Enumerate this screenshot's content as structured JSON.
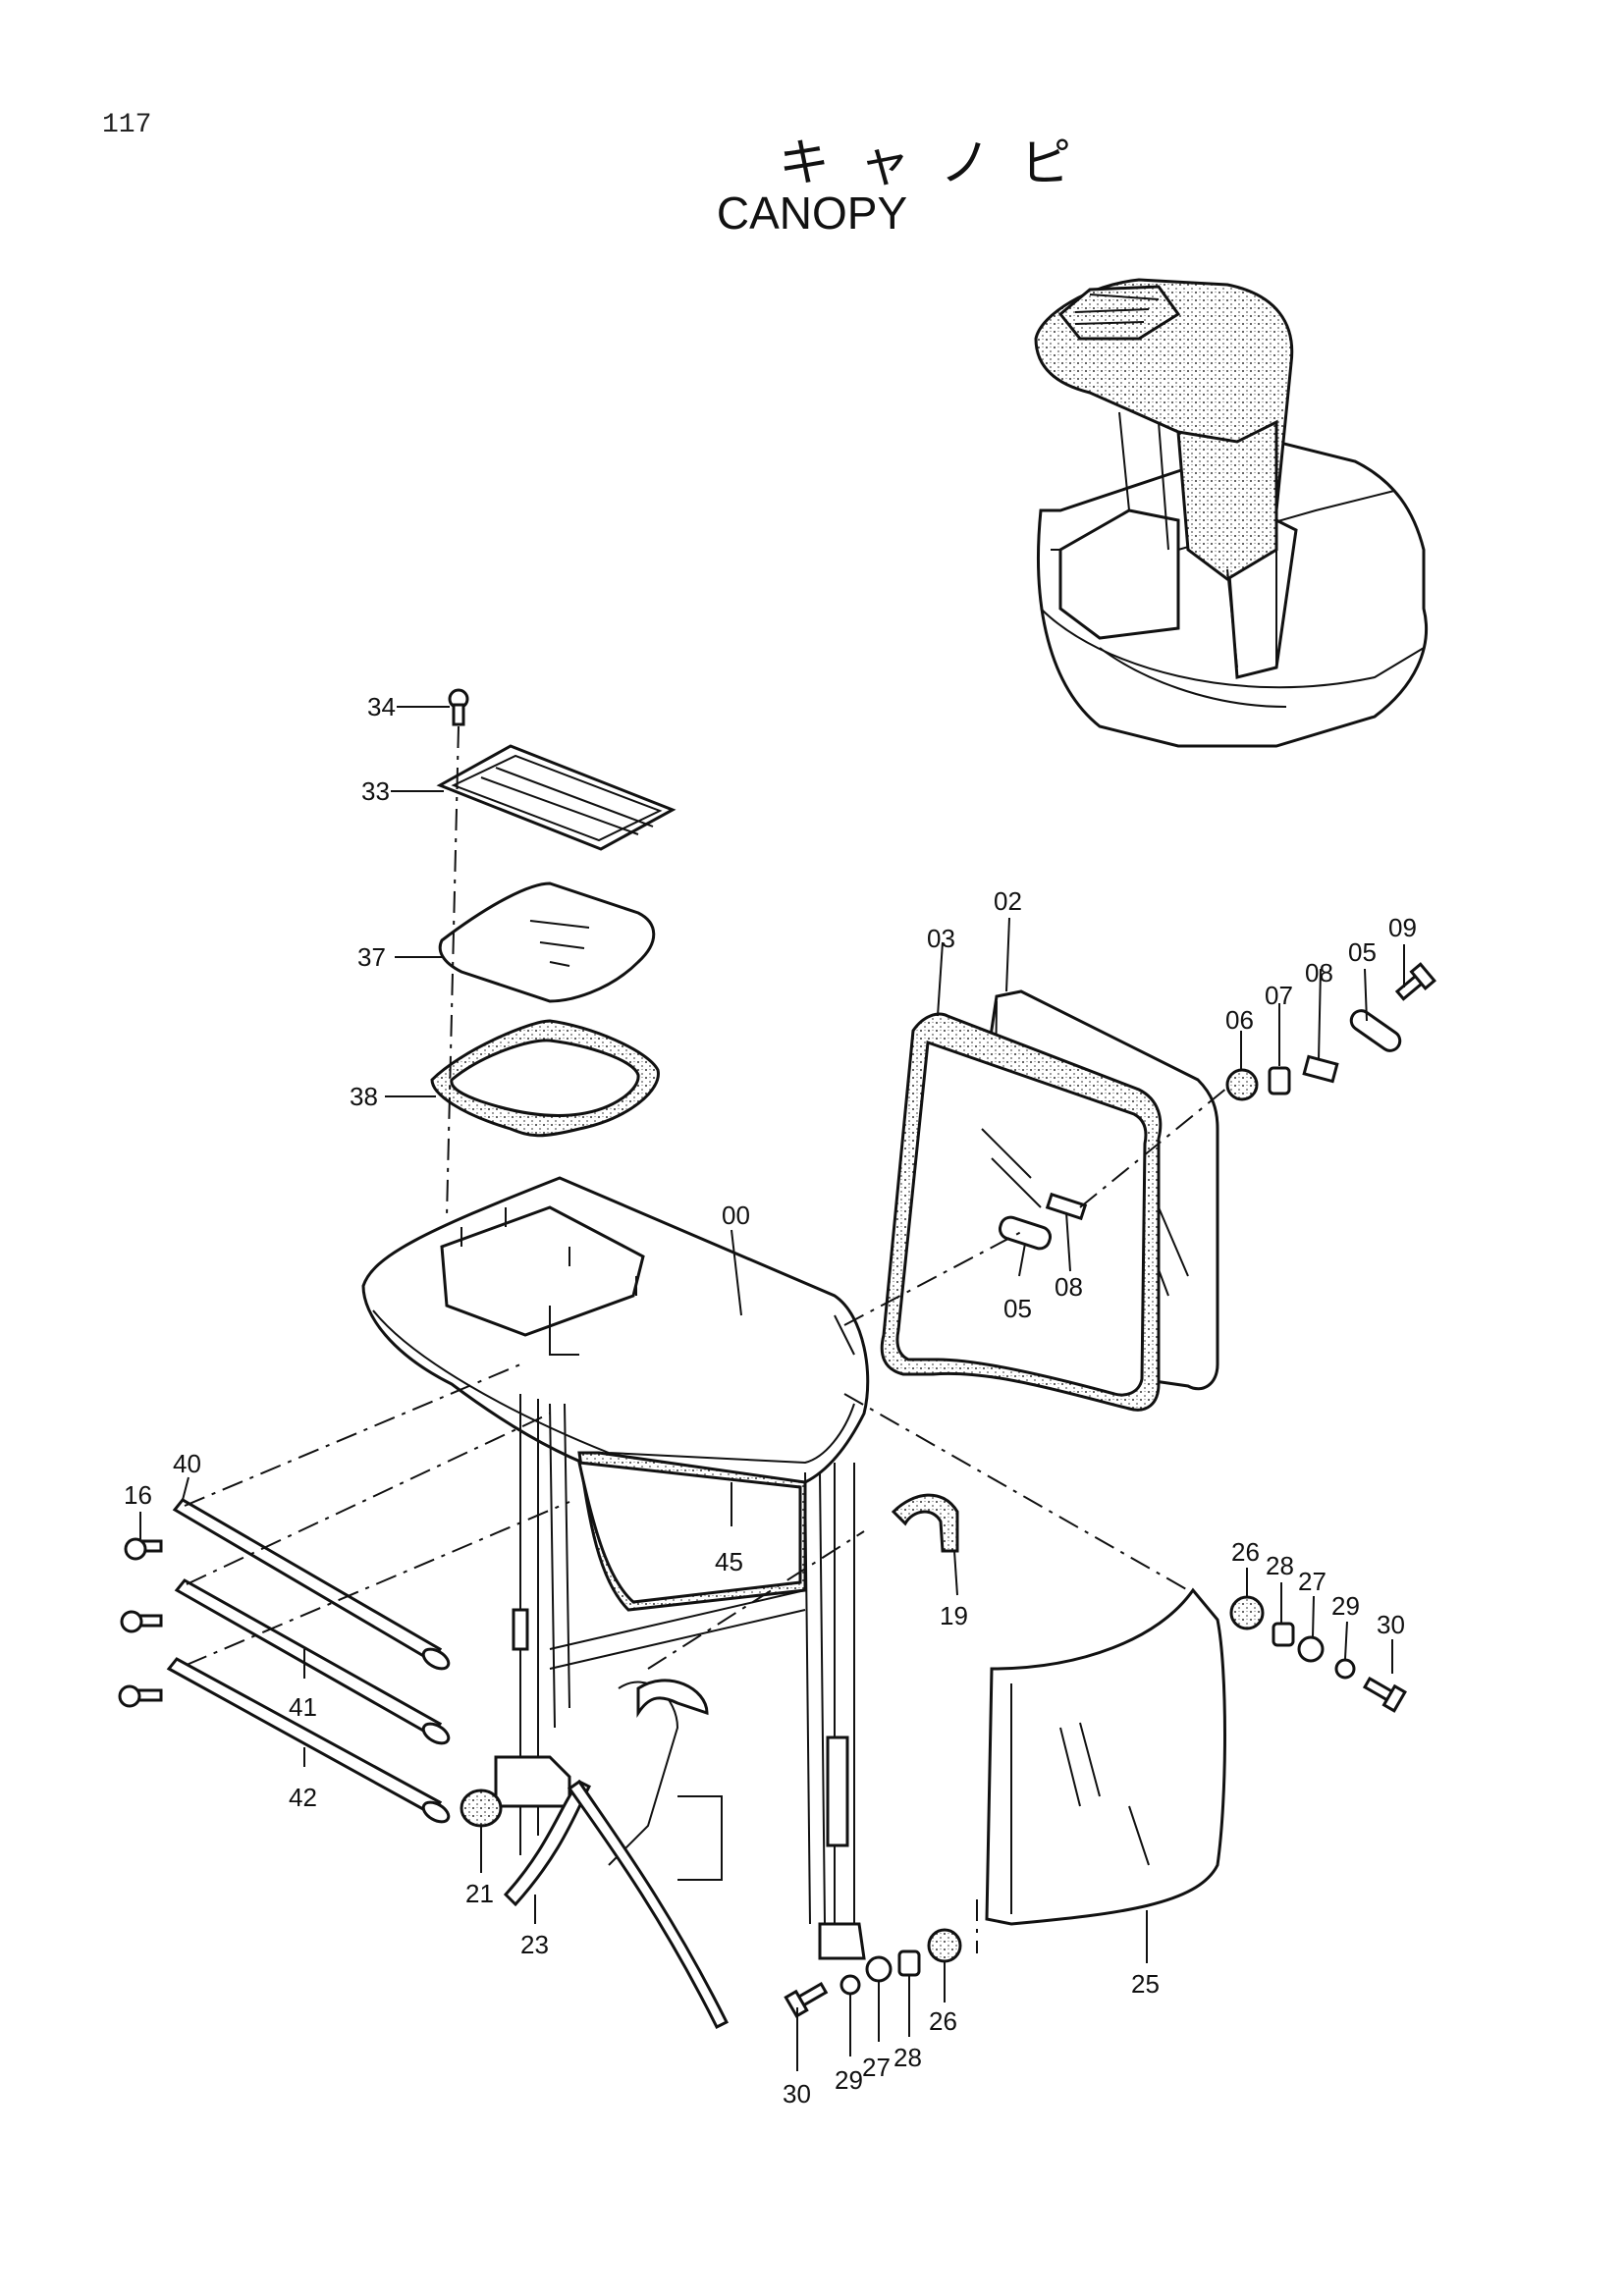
{
  "page": {
    "number": "117"
  },
  "title": {
    "japanese": "キャノピ",
    "english": "CANOPY"
  },
  "part_labels": [
    {
      "id": "p34",
      "text": "34"
    },
    {
      "id": "p33",
      "text": "33"
    },
    {
      "id": "p37",
      "text": "37"
    },
    {
      "id": "p38",
      "text": "38"
    },
    {
      "id": "p00",
      "text": "00"
    },
    {
      "id": "p02",
      "text": "02"
    },
    {
      "id": "p03",
      "text": "03"
    },
    {
      "id": "p09",
      "text": "09"
    },
    {
      "id": "p05a",
      "text": "05"
    },
    {
      "id": "p08a",
      "text": "08"
    },
    {
      "id": "p07",
      "text": "07"
    },
    {
      "id": "p06",
      "text": "06"
    },
    {
      "id": "p05b",
      "text": "05"
    },
    {
      "id": "p08b",
      "text": "08"
    },
    {
      "id": "p16",
      "text": "16"
    },
    {
      "id": "p40",
      "text": "40"
    },
    {
      "id": "p45",
      "text": "45"
    },
    {
      "id": "p19",
      "text": "19"
    },
    {
      "id": "p26a",
      "text": "26"
    },
    {
      "id": "p28a",
      "text": "28"
    },
    {
      "id": "p27a",
      "text": "27"
    },
    {
      "id": "p29a",
      "text": "29"
    },
    {
      "id": "p30a",
      "text": "30"
    },
    {
      "id": "p41",
      "text": "41"
    },
    {
      "id": "p42",
      "text": "42"
    },
    {
      "id": "p21",
      "text": "21"
    },
    {
      "id": "p23",
      "text": "23"
    },
    {
      "id": "p25",
      "text": "25"
    },
    {
      "id": "p26b",
      "text": "26"
    },
    {
      "id": "p28b",
      "text": "28"
    },
    {
      "id": "p27b",
      "text": "27"
    },
    {
      "id": "p29b",
      "text": "29"
    },
    {
      "id": "p30b",
      "text": "30"
    }
  ]
}
